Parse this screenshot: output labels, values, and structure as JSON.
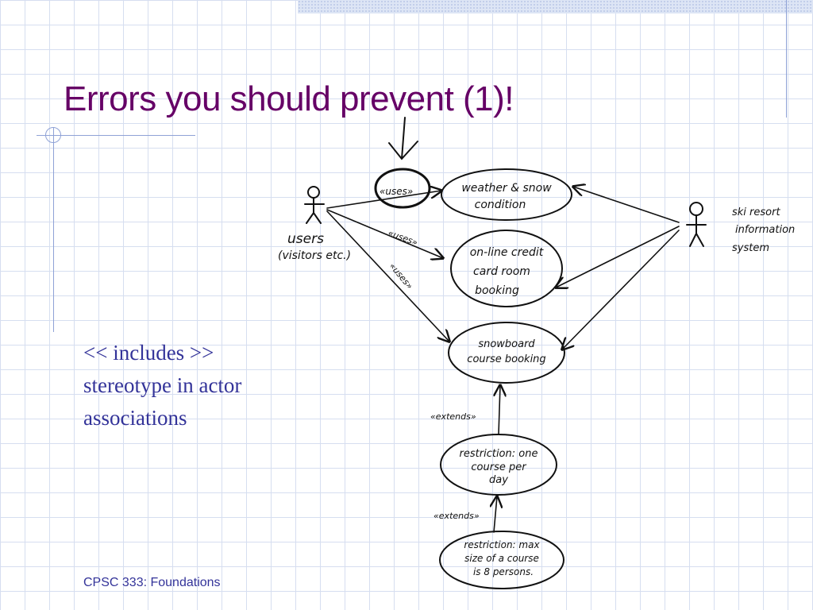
{
  "slide": {
    "title": "Errors you should prevent (1)!",
    "caption_lines": [
      "<< includes >>",
      "stereotype in actor",
      "associations"
    ],
    "footer": "CPSC 333: Foundations"
  },
  "diagram": {
    "actor_left": {
      "label_line1": "users",
      "label_line2": "(visitors etc.)"
    },
    "actor_right": {
      "label_line1": "ski resort",
      "label_line2": "information",
      "label_line3": "system"
    },
    "use_cases": [
      {
        "line1": "weather & snow",
        "line2": "condition",
        "line3": ""
      },
      {
        "line1": "on-line credit",
        "line2": "card room",
        "line3": "booking"
      },
      {
        "line1": "snowboard",
        "line2": "course booking",
        "line3": ""
      },
      {
        "line1": "restriction: one",
        "line2": "course per",
        "line3": "day"
      },
      {
        "line1": "restriction: max",
        "line2": "size of a course",
        "line3": "is 8 persons."
      }
    ],
    "stereotypes": {
      "circled": "«uses»",
      "uses_2": "«uses»",
      "uses_3": "«uses»",
      "extends_1": "«extends»",
      "extends_2": "«extends»"
    }
  }
}
